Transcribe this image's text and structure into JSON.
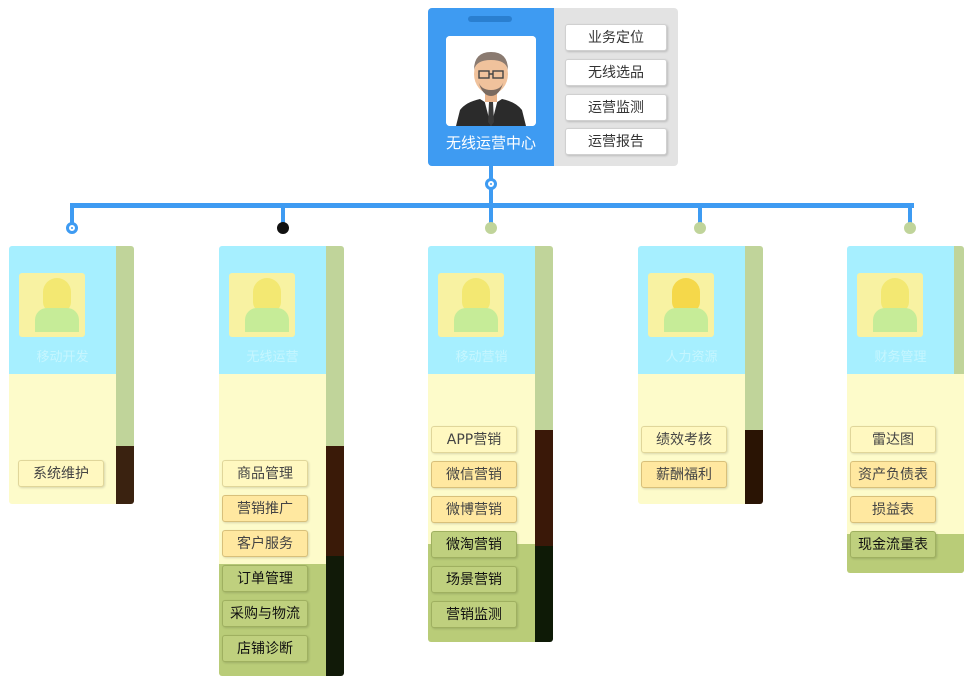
{
  "center": {
    "title": "无线运营中心",
    "buttons": [
      "业务定位",
      "无线选品",
      "运营监测",
      "运营报告"
    ]
  },
  "departments": [
    {
      "name": "移动开发",
      "items": [
        "系统维护"
      ]
    },
    {
      "name": "无线运营",
      "items": [
        "商品管理",
        "营销推广",
        "客户服务",
        "订单管理",
        "采购与物流",
        "店铺诊断"
      ]
    },
    {
      "name": "移动营销",
      "items": [
        "APP营销",
        "微信营销",
        "微博营销",
        "微淘营销",
        "场景营销",
        "营销监测"
      ]
    },
    {
      "name": "人力资源",
      "items": [
        "绩效考核",
        "薪酬福利"
      ]
    },
    {
      "name": "财务管理",
      "items": [
        "雷达图",
        "资产负债表",
        "损益表",
        "现金流量表"
      ]
    }
  ],
  "colors": {
    "accent_blue": "#3e9bf2",
    "card_head": "#a6efff",
    "card_body": "#fdfbca",
    "button_green": "#bfd07e"
  }
}
